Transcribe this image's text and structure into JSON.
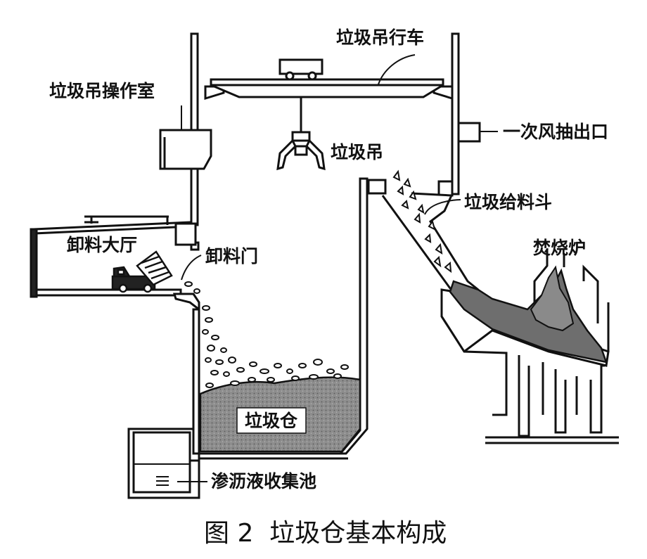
{
  "labels": {
    "crane": "垃圾吊行车",
    "operation_room": "垃圾吊操作室",
    "air_outlet": "一次风抽出口",
    "grab": "垃圾吊",
    "hopper": "垃圾给料斗",
    "unloading_hall": "卸料大厅",
    "unloading_door": "卸料门",
    "incinerator": "焚烧炉",
    "pit": "垃圾仓",
    "leachate_pool": "渗沥液收集池"
  },
  "caption": "图 2  垃圾仓基本构成",
  "colors": {
    "line": "#111111",
    "fill_waste": "#8a8a8a",
    "fill_flame": "#6e6e6e",
    "background": "#ffffff"
  }
}
